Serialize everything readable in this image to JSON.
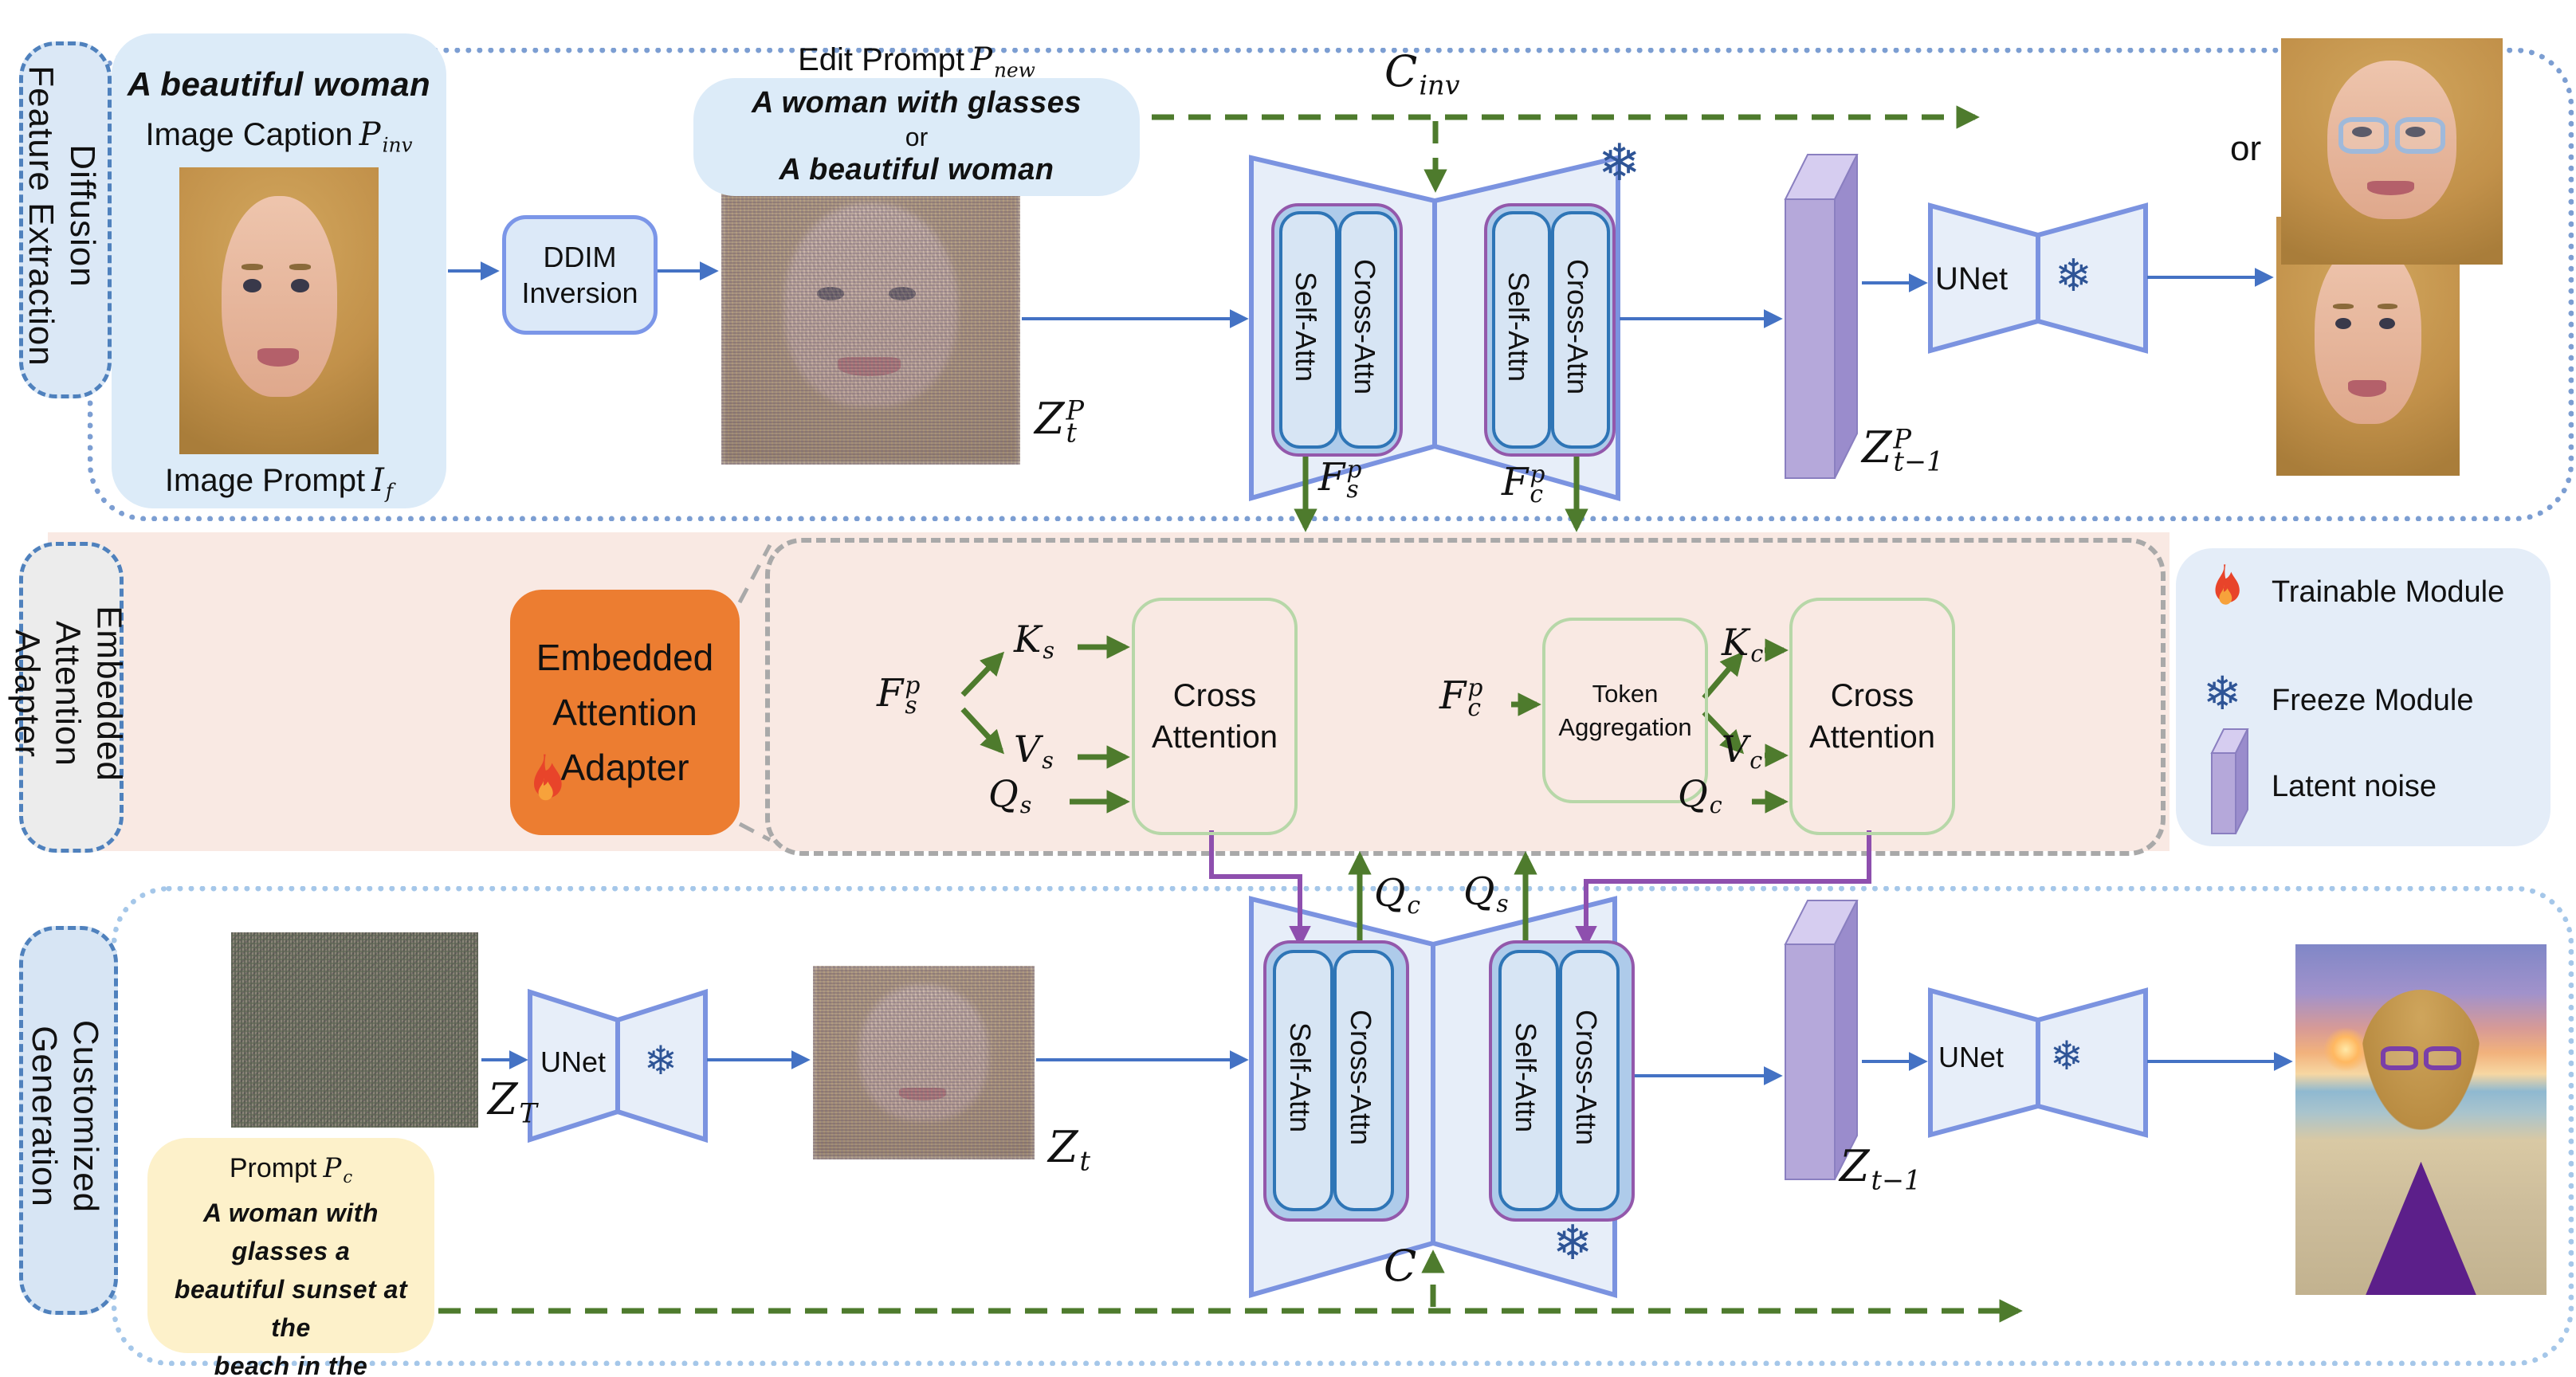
{
  "figure": {
    "bands": {
      "top_label": [
        "Diffusion",
        "Feature Extraction"
      ],
      "middle_label": [
        "Embedded",
        "Attention",
        "Adapter"
      ],
      "bottom_label": [
        "Customized",
        "Generation"
      ]
    },
    "top": {
      "caption_handwritten": "A beautiful woman",
      "caption_label": {
        "pre": "Image Caption",
        "var": "P",
        "sub": "inv"
      },
      "image_prompt_label": {
        "pre": "Image Prompt",
        "var": "I",
        "sub": "f"
      },
      "ddim": [
        "DDIM",
        "Inversion"
      ],
      "edit_prompt_title": {
        "pre": "Edit Prompt",
        "var": "P",
        "sub": "new"
      },
      "edit_prompt_lines": [
        "A woman with glasses",
        "or",
        "A beautiful woman"
      ],
      "z_t_p": {
        "base": "Z",
        "sup": "P",
        "sub": "t"
      },
      "c_inv": {
        "base": "C",
        "sub": "inv"
      },
      "f_s_p": {
        "base": "F",
        "sup": "p",
        "sub": "s"
      },
      "f_c_p": {
        "base": "F",
        "sup": "p",
        "sub": "c"
      },
      "z_t1_p": {
        "base": "Z",
        "sup": "P",
        "sub": "t−1"
      },
      "or": "or"
    },
    "unet": {
      "self_attn": "Self-Attn",
      "cross_attn": "Cross-Attn",
      "unet": "UNet"
    },
    "adapter": {
      "module_box": [
        "Embedded",
        "Attention",
        "Adapter"
      ],
      "cross_attention": [
        "Cross",
        "Attention"
      ],
      "token_aggregation": [
        "Token",
        "Aggregation"
      ],
      "f_s_p": {
        "base": "F",
        "sup": "p",
        "sub": "s"
      },
      "f_c_p": {
        "base": "F",
        "sup": "p",
        "sub": "c"
      },
      "k_s": {
        "base": "K",
        "sub": "s"
      },
      "v_s": {
        "base": "V",
        "sub": "s"
      },
      "q_s": {
        "base": "Q",
        "sub": "s"
      },
      "k_c": {
        "base": "K",
        "sub": "c"
      },
      "v_c": {
        "base": "V",
        "sub": "c"
      },
      "q_c": {
        "base": "Q",
        "sub": "c"
      }
    },
    "legend": {
      "trainable": "Trainable Module",
      "freeze": "Freeze Module",
      "latent": "Latent noise"
    },
    "bottom": {
      "z_T": {
        "base": "Z",
        "sub": "T"
      },
      "z_t": {
        "base": "Z",
        "sub": "t"
      },
      "z_t1": {
        "base": "Z",
        "sub": "t−1"
      },
      "q_c": {
        "base": "Q",
        "sub": "c"
      },
      "q_s": {
        "base": "Q",
        "sub": "s"
      },
      "c": {
        "base": "C"
      },
      "prompt_title": {
        "pre": "Prompt",
        "var": "P",
        "sub": "c"
      },
      "prompt_lines": [
        "A woman with glasses a",
        "beautiful sunset at the",
        "beach in the background"
      ]
    },
    "icons": {
      "snowflake": "❄"
    },
    "colors": {
      "arrow_blue": "#4472c4",
      "arrow_green": "#4e7b2d",
      "arrow_purple": "#8e4fae",
      "trainable_orange": "#ec7d31",
      "stripe_pink": "#f9e9e3",
      "latent_purple": "#b5a8da"
    }
  }
}
